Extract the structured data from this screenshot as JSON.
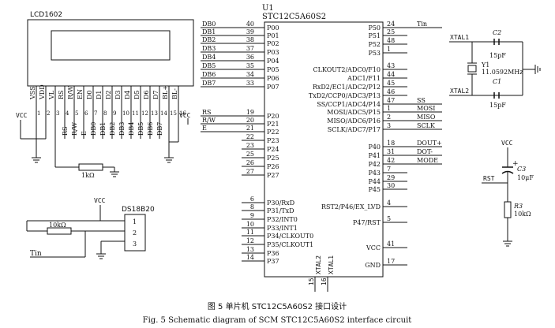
{
  "mcu": {
    "designator": "U1",
    "part": "STC12C5A60S2",
    "left_pins": [
      {
        "num": "40",
        "name": "P00",
        "net": "DB0"
      },
      {
        "num": "39",
        "name": "P01",
        "net": "DB1"
      },
      {
        "num": "38",
        "name": "P02",
        "net": "DB2"
      },
      {
        "num": "37",
        "name": "P03",
        "net": "DB3"
      },
      {
        "num": "36",
        "name": "P04",
        "net": "DB4"
      },
      {
        "num": "35",
        "name": "P05",
        "net": "DB5"
      },
      {
        "num": "34",
        "name": "P06",
        "net": "DB6"
      },
      {
        "num": "33",
        "name": "P07",
        "net": "DB7"
      },
      {
        "num": "19",
        "name": "P20",
        "net": "RS"
      },
      {
        "num": "20",
        "name": "P21",
        "net": "R/W"
      },
      {
        "num": "21",
        "name": "P22",
        "net": "E"
      },
      {
        "num": "22",
        "name": "P23",
        "net": ""
      },
      {
        "num": "23",
        "name": "P24",
        "net": ""
      },
      {
        "num": "25",
        "name": "P25",
        "net": ""
      },
      {
        "num": "26",
        "name": "P26",
        "net": ""
      },
      {
        "num": "27",
        "name": "P27",
        "net": ""
      },
      {
        "num": "6",
        "name": "P30/RxD",
        "net": ""
      },
      {
        "num": "8",
        "name": "P31/TxD",
        "net": ""
      },
      {
        "num": "9",
        "name": "P32/INT0",
        "net": ""
      },
      {
        "num": "10",
        "name": "P33/INT1",
        "net": ""
      },
      {
        "num": "11",
        "name": "P34/CLKOUT0",
        "net": ""
      },
      {
        "num": "12",
        "name": "P35/CLKOUT1",
        "net": ""
      },
      {
        "num": "13",
        "name": "P36",
        "net": ""
      },
      {
        "num": "14",
        "name": "P37",
        "net": ""
      }
    ],
    "right_pins": [
      {
        "num": "24",
        "name": "P50",
        "net": "Tin"
      },
      {
        "num": "25",
        "name": "P51",
        "net": ""
      },
      {
        "num": "48",
        "name": "P52",
        "net": ""
      },
      {
        "num": "1",
        "name": "P53",
        "net": ""
      },
      {
        "num": "43",
        "name": "CLKOUT2/ADC0/F10",
        "net": ""
      },
      {
        "num": "44",
        "name": "ADC1/F11",
        "net": ""
      },
      {
        "num": "45",
        "name": "RxD2/EC1/ADC2/P12",
        "net": ""
      },
      {
        "num": "46",
        "name": "TxD2/CCP0/ADC3/P13",
        "net": ""
      },
      {
        "num": "47",
        "name": "SS/CCP1/ADC4/P14",
        "net": "SS"
      },
      {
        "num": "1",
        "name": "MOSI/ADC5/P15",
        "net": "MOSI"
      },
      {
        "num": "2",
        "name": "MISO/ADC6/P16",
        "net": "MISO"
      },
      {
        "num": "3",
        "name": "SCLK/ADC7/P17",
        "net": "SCLK"
      },
      {
        "num": "18",
        "name": "P40",
        "net": "DOUT+"
      },
      {
        "num": "31",
        "name": "P41",
        "net": "DOT-"
      },
      {
        "num": "42",
        "name": "P42",
        "net": "MODE"
      },
      {
        "num": "7",
        "name": "P43",
        "net": ""
      },
      {
        "num": "29",
        "name": "P44",
        "net": ""
      },
      {
        "num": "30",
        "name": "P45",
        "net": ""
      },
      {
        "num": "4",
        "name": "RST2/P46/EX_LVD",
        "net": ""
      },
      {
        "num": "5",
        "name": "P47/RST",
        "net": ""
      },
      {
        "num": "41",
        "name": "VCC",
        "net": ""
      },
      {
        "num": "17",
        "name": "GND",
        "net": ""
      }
    ],
    "bottom_pins": [
      {
        "num": "15",
        "name": "XTAL2"
      },
      {
        "num": "16",
        "name": "XTAL1"
      }
    ]
  },
  "lcd": {
    "title": "LCD1602",
    "pins": [
      {
        "num": "1",
        "name": "VSS",
        "net": ""
      },
      {
        "num": "2",
        "name": "VDD",
        "net": ""
      },
      {
        "num": "3",
        "name": "VL",
        "net": ""
      },
      {
        "num": "4",
        "name": "RS",
        "net": "RS"
      },
      {
        "num": "5",
        "name": "R/W",
        "net": "R/W"
      },
      {
        "num": "6",
        "name": "EN",
        "net": "E"
      },
      {
        "num": "7",
        "name": "D0",
        "net": "DB0"
      },
      {
        "num": "8",
        "name": "D1",
        "net": "DB1"
      },
      {
        "num": "9",
        "name": "D2",
        "net": "DB2"
      },
      {
        "num": "10",
        "name": "D3",
        "net": "DB3"
      },
      {
        "num": "11",
        "name": "D4",
        "net": "DB4"
      },
      {
        "num": "12",
        "name": "D5",
        "net": "DB5"
      },
      {
        "num": "13",
        "name": "D6",
        "net": "DB6"
      },
      {
        "num": "14",
        "name": "D7",
        "net": "DB7"
      },
      {
        "num": "15",
        "name": "BL+",
        "net": ""
      },
      {
        "num": "16",
        "name": "BL-",
        "net": ""
      }
    ],
    "vcc_left": "VCC",
    "vcc_right": "VCC",
    "resistor_label": "1kΩ"
  },
  "ds18b20": {
    "title": "DS18B20",
    "pins": [
      "1",
      "2",
      "3"
    ],
    "vcc": "VCC",
    "resistor_label": "10kΩ",
    "net": "Tin"
  },
  "crystal": {
    "xtal1": "XTAL1",
    "xtal2": "XTAL2",
    "c2_label": "C2",
    "c2_value": "15pF",
    "y1_label": "Y1",
    "y1_value": "11.0592MHz",
    "c1_label": "C1",
    "c1_value": "15pF"
  },
  "reset": {
    "vcc": "VCC",
    "rst": "RST",
    "c3_label": "C3",
    "c3_value": "10μF",
    "c3_plus": "+",
    "r3_label": "R3",
    "r3_value": "10kΩ"
  },
  "caption": {
    "cn": "图 5   单片机 STC12C5A60S2 接口设计",
    "en": "Fig. 5   Schematic diagram of SCM STC12C5A60S2 interface circuit"
  }
}
